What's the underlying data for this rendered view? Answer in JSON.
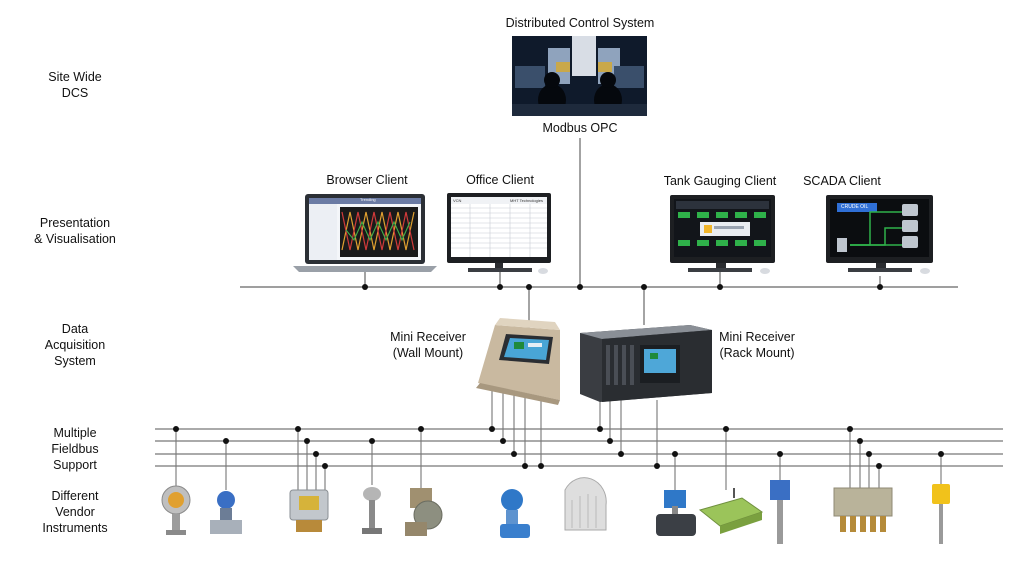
{
  "dcs": {
    "title": "Distributed Control System",
    "protocol": "Modbus OPC"
  },
  "layers": [
    {
      "id": "site-wide-dcs",
      "text": "Site Wide\nDCS"
    },
    {
      "id": "presentation",
      "text": "Presentation\n& Visualisation"
    },
    {
      "id": "data-acquisition",
      "text": "Data\nAcquisition\nSystem"
    },
    {
      "id": "fieldbus",
      "text": "Multiple\nFieldbus\nSupport"
    },
    {
      "id": "instruments",
      "text": "Different\nVendor\nInstruments"
    }
  ],
  "clients": [
    {
      "id": "browser",
      "label": "Browser Client"
    },
    {
      "id": "office",
      "label": "Office Client"
    },
    {
      "id": "tank",
      "label": "Tank Gauging Client"
    },
    {
      "id": "scada",
      "label": "SCADA Client"
    }
  ],
  "receivers": {
    "wall": {
      "line1": "Mini Receiver",
      "line2": "(Wall Mount)"
    },
    "rack": {
      "line1": "Mini Receiver",
      "line2": "(Rack Mount)"
    }
  },
  "screens": {
    "browser_header": "Trending",
    "office_brand": "VCN",
    "office_vendor": "MHT Technologies",
    "scada_title": "CRUDE OIL"
  },
  "colors": {
    "line": "#555555",
    "dot": "#111111",
    "screen_dark": "#1b1f24",
    "screen_green": "#2fb14a",
    "accent_blue": "#2f6fd6"
  }
}
